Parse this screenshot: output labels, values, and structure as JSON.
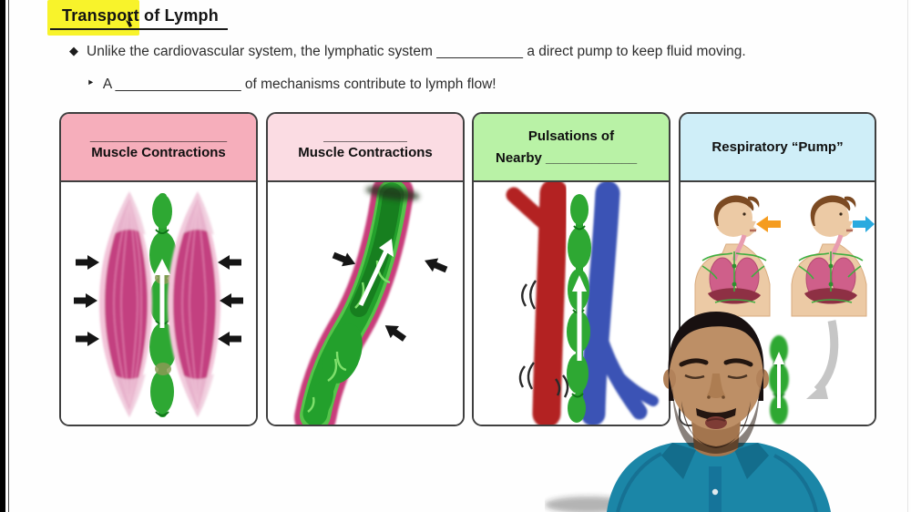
{
  "slide": {
    "title": "Transport of Lymph",
    "bullet_main": {
      "marker": "◆",
      "before": "Unlike the cardiovascular system, the lymphatic system ",
      "blank": "___________",
      "after": " a direct pump to keep fluid moving."
    },
    "bullet_sub": {
      "marker": "‣",
      "before": "A ",
      "blank": "________________",
      "after": " of mechanisms contribute to lymph flow!"
    }
  },
  "cards": [
    {
      "header_blank": "__________________",
      "header_label": "Muscle Contractions",
      "bg": "#f6aebb"
    },
    {
      "header_blank": "___________",
      "header_label": "Muscle Contractions",
      "bg": "#fbdce3"
    },
    {
      "header_line1": "Pulsations of",
      "header_line2_label": "Nearby ",
      "header_line2_blank": "____________",
      "bg": "#b9f2a6"
    },
    {
      "header_line1": "Respiratory “Pump”",
      "bg": "#cfeef8"
    }
  ],
  "colors": {
    "highlight_yellow": "#f8f32b",
    "lymph_green": "#2ba32f",
    "muscle_magenta": "#c2417d",
    "artery_red": "#b32020",
    "vein_blue": "#3a53b5",
    "inhale_arrow_orange": "#f59c1f",
    "exhale_arrow_blue": "#29aadf",
    "shirt_teal": "#1b86a7"
  }
}
